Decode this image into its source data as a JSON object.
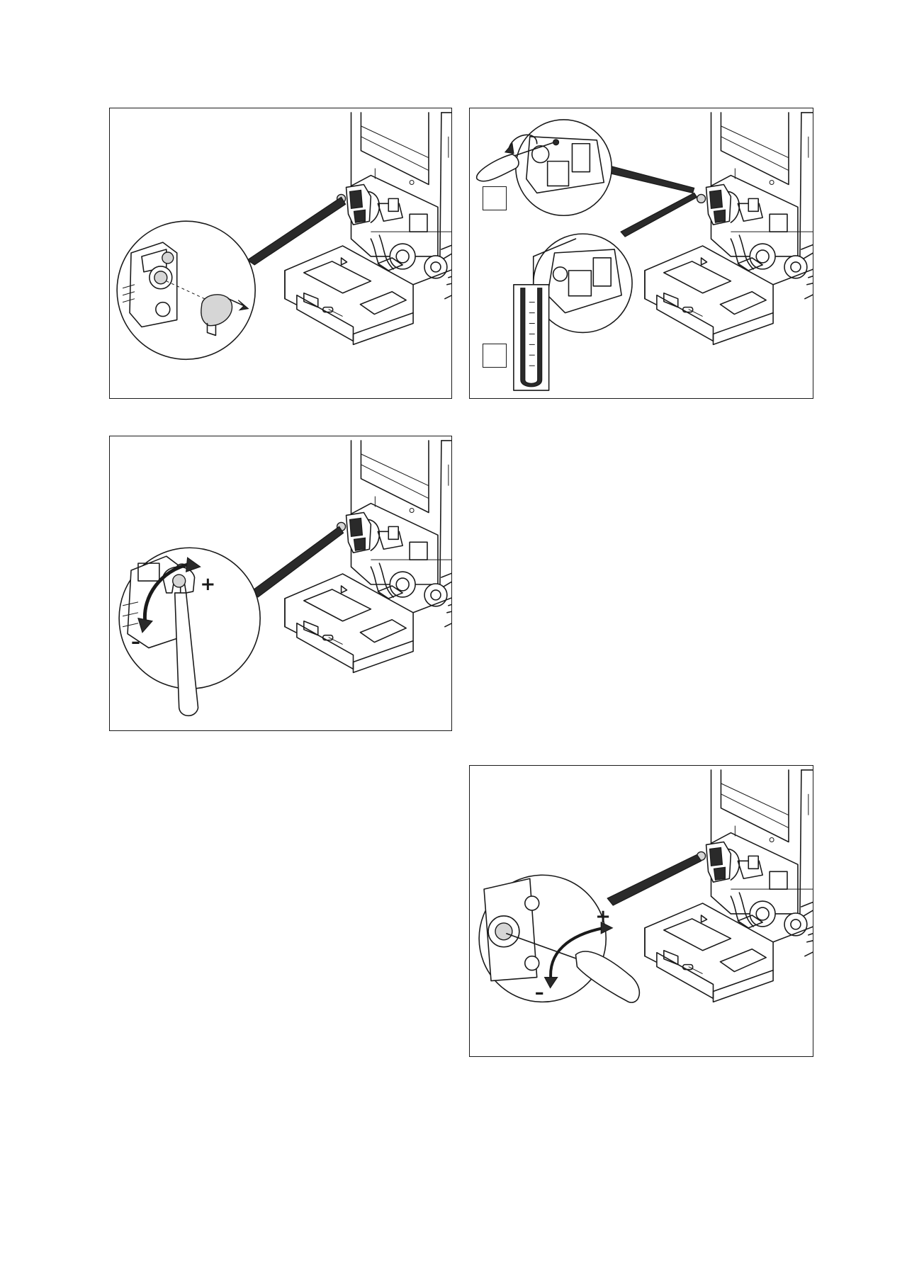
{
  "figures": [
    {
      "id": "fig-remove-cap",
      "symbols": []
    },
    {
      "id": "fig-screwdriver-manometer",
      "step_labels": [
        "",
        ""
      ]
    },
    {
      "id": "fig-wrench-adjust",
      "symbols": [
        "+",
        "–"
      ]
    },
    {
      "id": "fig-screwdriver-adjust",
      "symbols": [
        "+",
        "–"
      ]
    }
  ],
  "colors": {
    "line": "#1a1a1a",
    "fill": "#ffffff",
    "shade": "#d6d6d6"
  }
}
